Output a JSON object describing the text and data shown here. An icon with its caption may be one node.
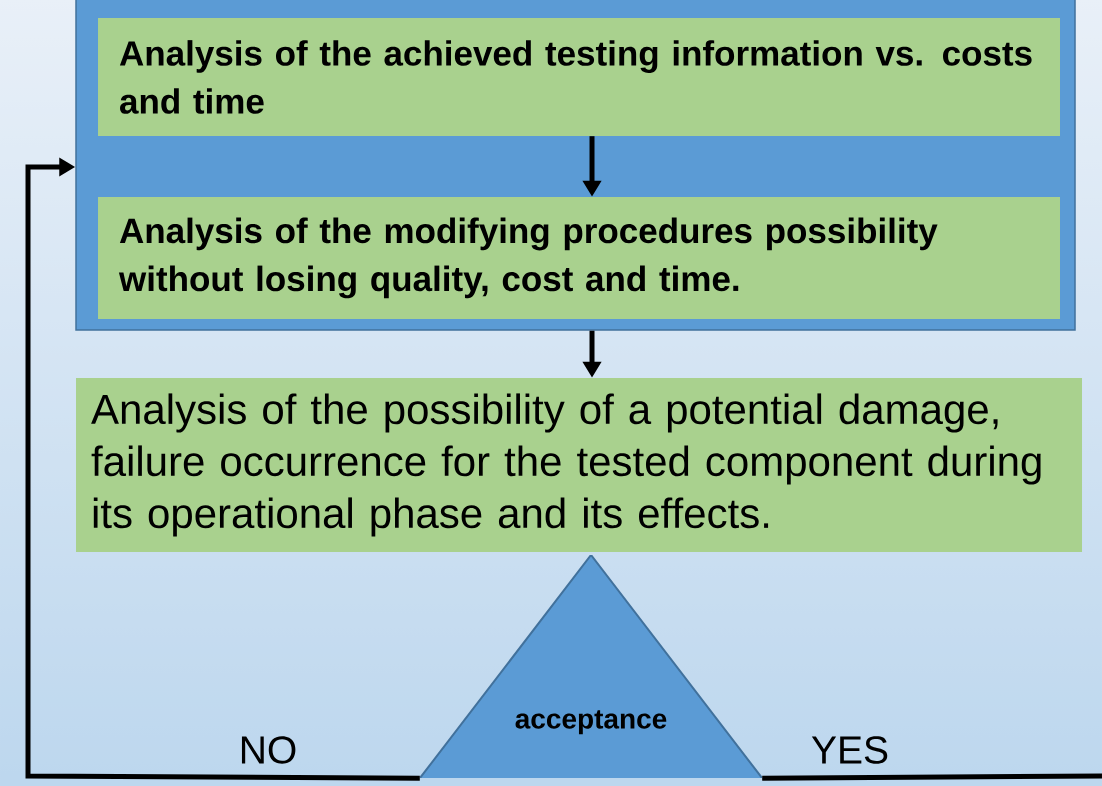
{
  "diagram": {
    "nodes": [
      {
        "text": [],
        "shape": "box"
      },
      {
        "text": [
          "Analysis of the achieved testing information vs. costs and time"
        ],
        "in": 0
      },
      {
        "text": [
          "Analysis of the modifying procedures possibility without losing quality, cost and time."
        ],
        "in": 0
      },
      {
        "text": [
          "Analysis of the possibility of a potential damage, failure occurrence for the tested component during its operational phase and its effects."
        ]
      },
      {
        "text": [
          "acceptance"
        ]
      }
    ],
    "edges": [
      {
        "from": 1,
        "to": 2,
        "arrow": "to"
      },
      {
        "from": 0,
        "to": 3,
        "arrow": "to"
      },
      {
        "from": 4,
        "to": 0,
        "arrow": "to",
        "label": "NO"
      },
      {
        "from": 4,
        "to": null,
        "arrow": "none",
        "label": "YES"
      }
    ]
  }
}
